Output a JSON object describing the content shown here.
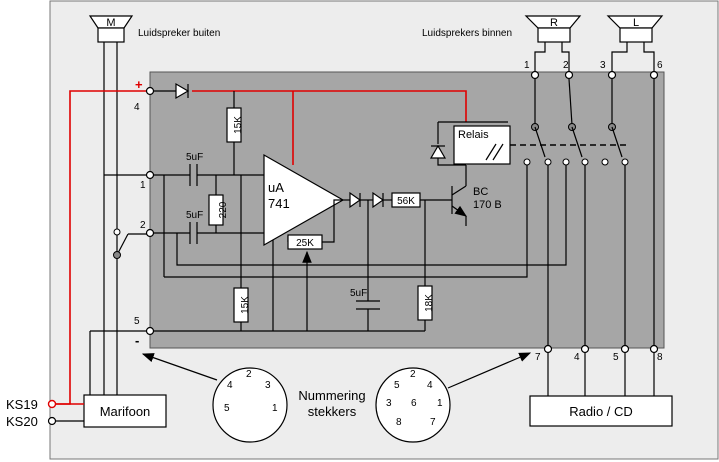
{
  "speakers": {
    "outside": {
      "letter": "M",
      "label": "Luidspreker buiten"
    },
    "inside_label": "Luidsprekers binnen",
    "right": "R",
    "left": "L"
  },
  "supply": {
    "plus": "+",
    "minus": "-"
  },
  "components": {
    "c1": "5uF",
    "c2": "5uF",
    "c3": "5uF",
    "r_top": "15K",
    "r_220": "220",
    "r_bottom": "15K",
    "r_56k": "56K",
    "r_18k": "18K",
    "pot": "25K",
    "opamp_line1": "uA",
    "opamp_line2": "741",
    "transistor_line1": "BC",
    "transistor_line2": "170 B",
    "relay": "Relais"
  },
  "pins_left": {
    "p4": "4",
    "p1": "1",
    "p2": "2",
    "p5": "5"
  },
  "pins_top": {
    "t1": "1",
    "t2": "2",
    "t3": "3",
    "t6": "6"
  },
  "pins_bottom": {
    "b7": "7",
    "b4": "4",
    "b5": "5",
    "b8": "8"
  },
  "marifoon": {
    "label": "Marifoon",
    "ks19": "KS19",
    "ks20": "KS20"
  },
  "radio": {
    "label": "Radio / CD"
  },
  "numbering": {
    "line1": "Nummering",
    "line2": "stekkers"
  },
  "plug5": [
    "1",
    "2",
    "3",
    "4",
    "5"
  ],
  "plug8": [
    "1",
    "2",
    "3",
    "4",
    "5",
    "6",
    "7",
    "8"
  ],
  "colors": {
    "panel_outer": "#ededed",
    "panel_inner": "#a6a6a6",
    "supply_wire": "#e00000"
  }
}
